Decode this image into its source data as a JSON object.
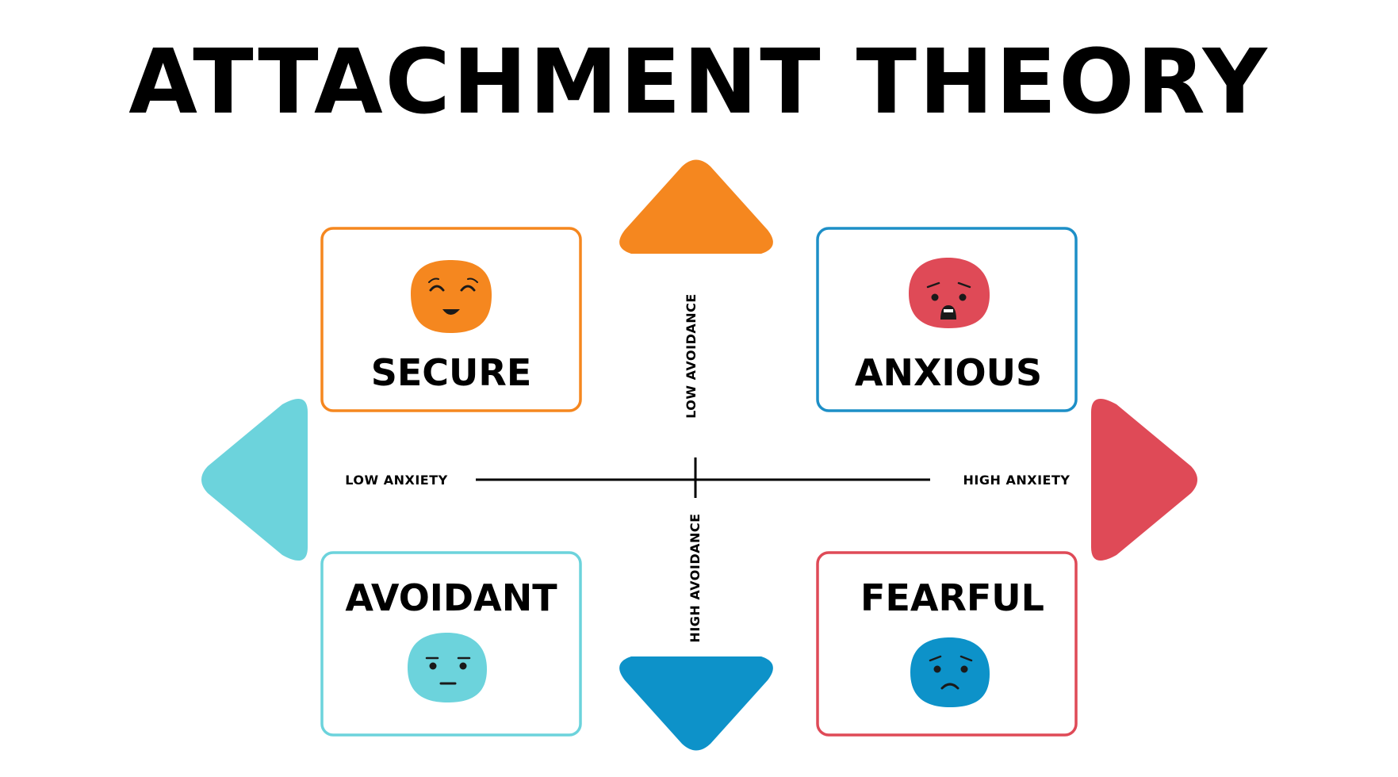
{
  "title": "ATTACHMENT THEORY",
  "axes": {
    "low_anxiety": "LOW ANXIETY",
    "high_anxiety": "HIGH ANXIETY",
    "low_avoidance": "LOW AVOIDANCE",
    "high_avoidance": "HIGH AVOIDANCE"
  },
  "quadrants": {
    "secure": {
      "label": "SECURE",
      "color": "#F5871F",
      "face": "happy"
    },
    "anxious": {
      "label": "ANXIOUS",
      "color": "#DF4A57",
      "face": "distressed"
    },
    "avoidant": {
      "label": "AVOIDANT",
      "color": "#6CD3DC",
      "face": "neutral"
    },
    "fearful": {
      "label": "FEARFUL",
      "color": "#0D92C9",
      "face": "worried"
    }
  },
  "arrow_colors": {
    "up": "#F5871F",
    "down": "#0D92C9",
    "left": "#6CD3DC",
    "right": "#DF4A57"
  },
  "box_border_colors": {
    "secure": "#F5871F",
    "anxious": "#1D8FC7",
    "avoidant": "#6CD3DC",
    "fearful": "#DF4A57"
  }
}
